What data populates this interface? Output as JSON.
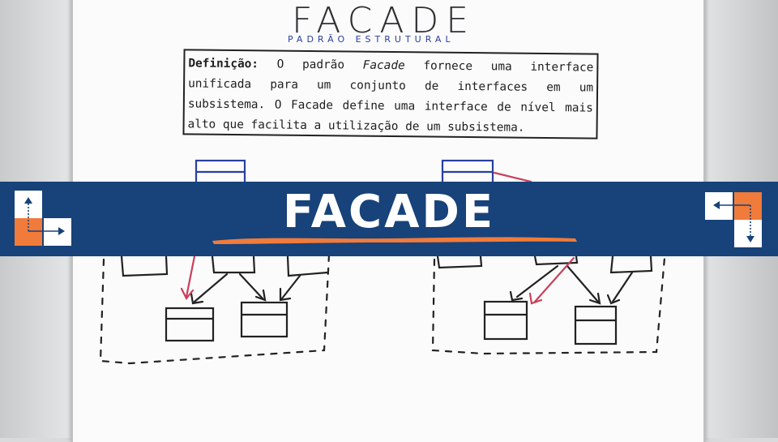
{
  "banner": {
    "title": "FACADE"
  },
  "whiteboard": {
    "title": "FACADE",
    "subtitle": "PADRÃO ESTRUTURAL",
    "definition": {
      "label": "Definição:",
      "text": "O padrão Facade fornece uma interface unificada para um conjunto de interfaces em um subsistema. O Facade define uma interface de nível mais alto que facilita a utilização de um subsistema."
    }
  },
  "colors": {
    "banner_bg": "#17427a",
    "accent_orange": "#f07b3a",
    "marker_blue": "#2a3fa0",
    "marker_red": "#c8415a"
  },
  "icons": [
    "move-arrows-icon-left",
    "move-arrows-icon-right"
  ]
}
